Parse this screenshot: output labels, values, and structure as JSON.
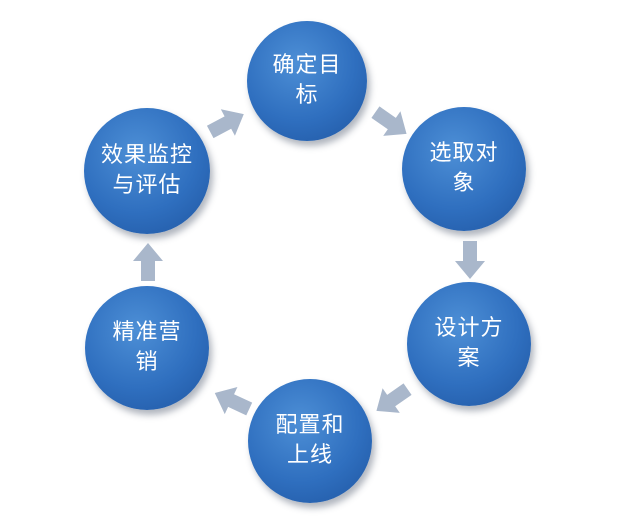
{
  "diagram": {
    "colors": {
      "node_fill": "#2f6fbf",
      "node_text": "#ffffff",
      "arrow_fill": "#a9b7cb"
    },
    "nodes": [
      {
        "id": "set-goal",
        "label": "确定目标"
      },
      {
        "id": "select-target",
        "label": "选取对象"
      },
      {
        "id": "design-plan",
        "label": "设计方案"
      },
      {
        "id": "configure-launch",
        "label": "配置和上线"
      },
      {
        "id": "precision-marketing",
        "label": "精准营销"
      },
      {
        "id": "monitor-evaluate",
        "label": "效果监控与评估"
      }
    ],
    "edges": [
      {
        "from": "set-goal",
        "to": "select-target",
        "icon": "arrow-icon"
      },
      {
        "from": "select-target",
        "to": "design-plan",
        "icon": "arrow-icon"
      },
      {
        "from": "design-plan",
        "to": "configure-launch",
        "icon": "arrow-icon"
      },
      {
        "from": "configure-launch",
        "to": "precision-marketing",
        "icon": "arrow-icon"
      },
      {
        "from": "precision-marketing",
        "to": "monitor-evaluate",
        "icon": "arrow-icon"
      },
      {
        "from": "monitor-evaluate",
        "to": "set-goal",
        "icon": "arrow-icon"
      }
    ]
  }
}
